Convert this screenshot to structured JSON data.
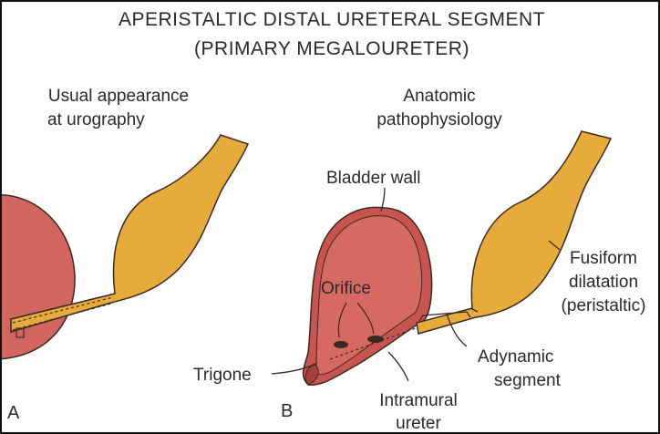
{
  "title": {
    "line1": "APERISTALTIC DISTAL URETERAL SEGMENT",
    "line2": "(PRIMARY MEGALOURETER)"
  },
  "panel_a": {
    "caption_line1": "Usual appearance",
    "caption_line2": "at urography",
    "letter": "A"
  },
  "panel_b": {
    "caption_line1": "Anatomic",
    "caption_line2": "pathophysiology",
    "letter": "B"
  },
  "labels": {
    "bladder_wall": "Bladder wall",
    "orifice": "Orifice",
    "trigone": "Trigone",
    "fusiform_line1": "Fusiform",
    "fusiform_line2": "dilatation",
    "fusiform_line3": "(peristaltic)",
    "adynamic_line1": "Adynamic",
    "adynamic_line2": "segment",
    "intramural_line1": "Intramural",
    "intramural_line2": "ureter"
  },
  "colors": {
    "bladder": "#d2655f",
    "bladder_dark": "#a93f3c",
    "ureter": "#e6ab3a",
    "outline": "#3a2a22",
    "text": "#2a2a2a"
  }
}
